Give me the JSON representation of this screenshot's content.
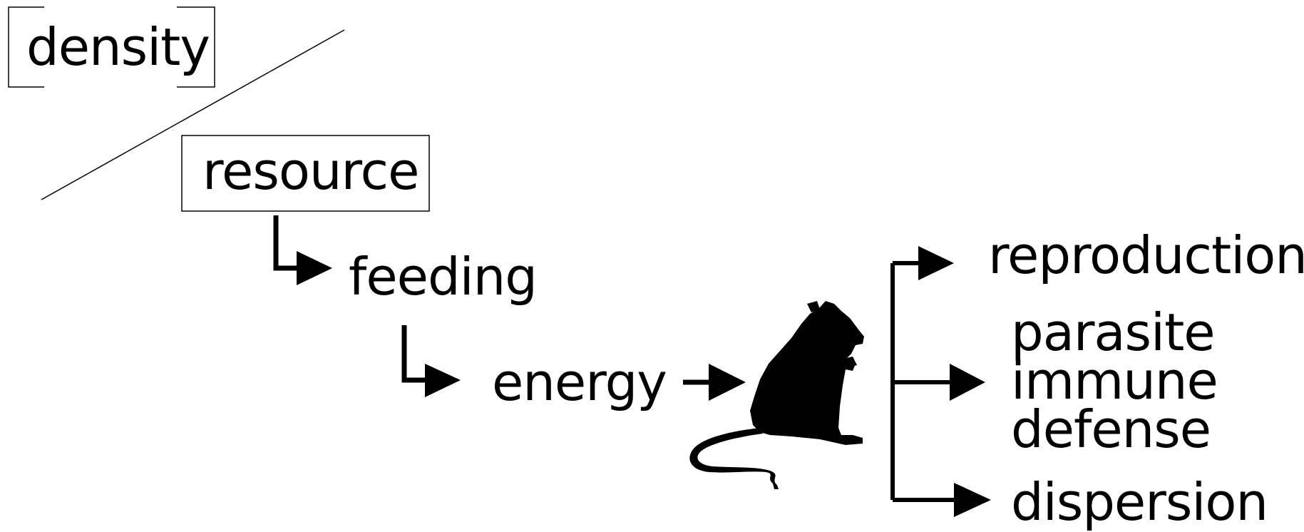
{
  "diagram": {
    "density_label": "density",
    "resource_label": "resource",
    "feeding_label": "feeding",
    "energy_label": "energy",
    "outputs": {
      "reproduction": "reproduction",
      "parasite_immune_defense": [
        "parasite",
        "immune",
        "defense"
      ],
      "dispersion": "dispersion"
    },
    "icons": {
      "animal": "rodent-silhouette-icon",
      "arrow": "arrow-right-icon"
    },
    "colors": {
      "ink": "#000000",
      "background": "#ffffff"
    }
  }
}
